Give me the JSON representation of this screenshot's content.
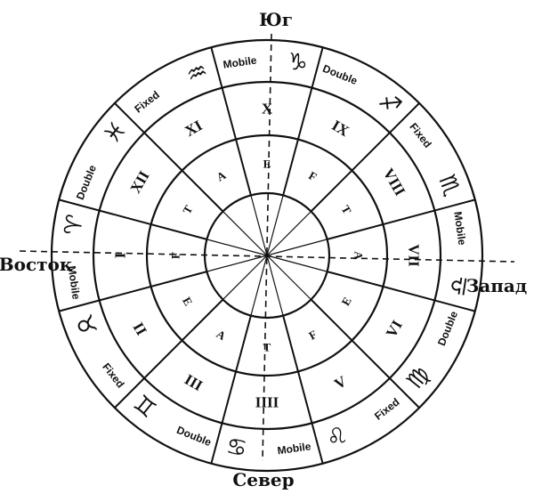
{
  "cardinals": {
    "south": "Юг",
    "west": "Запад",
    "north": "Север",
    "east": "Восток"
  },
  "houses": [
    "I",
    "II",
    "III",
    "IIII",
    "V",
    "VI",
    "VII",
    "VIII",
    "IX",
    "X",
    "XI",
    "XII"
  ],
  "qualities": [
    "Mobile",
    "Fixed",
    "Double",
    "Mobile",
    "Fixed",
    "Double",
    "Mobile",
    "Fixed",
    "Double",
    "Mobile",
    "Fixed",
    "Double"
  ],
  "signs": [
    "♈",
    "♉",
    "♊",
    "♋",
    "♌",
    "♍",
    "♎",
    "♏",
    "♐",
    "♑",
    "♒",
    "♓"
  ],
  "sign_names": [
    "aries-icon",
    "taurus-icon",
    "gemini-icon",
    "cancer-icon",
    "leo-icon",
    "virgo-icon",
    "libra-icon",
    "scorpio-icon",
    "sagittarius-icon",
    "capricorn-icon",
    "aquarius-icon",
    "pisces-icon"
  ],
  "elements": [
    "F",
    "E",
    "A",
    "T",
    "F",
    "E",
    "A",
    "T",
    "F",
    "E",
    "A",
    "T"
  ]
}
